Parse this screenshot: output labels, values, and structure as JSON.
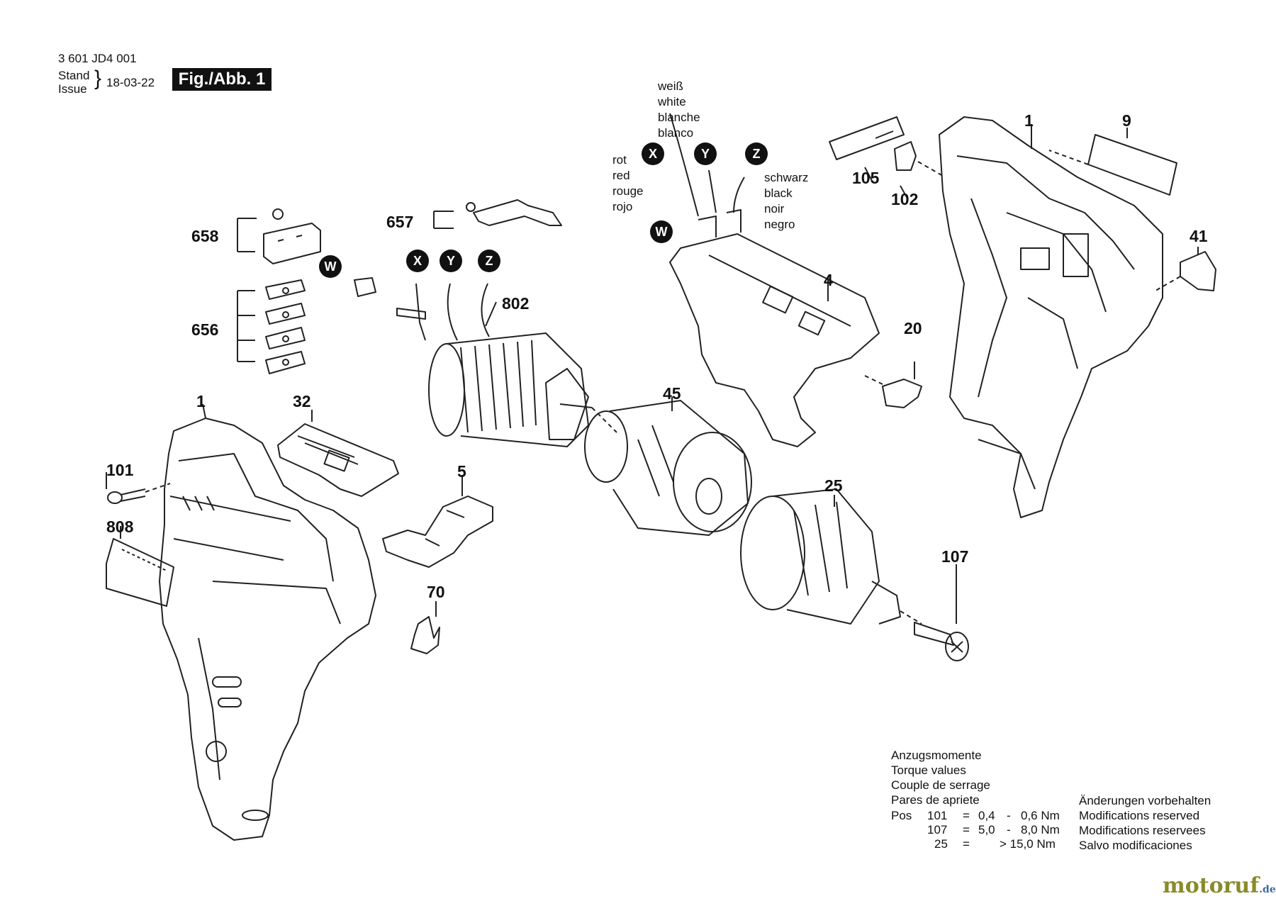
{
  "header": {
    "part_number": "3 601 JD4 001",
    "stand_label": "Stand",
    "issue_label": "Issue",
    "date": "18-03-22",
    "figure_label": "Fig./Abb. 1"
  },
  "wire_colors": {
    "white": [
      "weiß",
      "white",
      "blanche",
      "blanco"
    ],
    "red": [
      "rot",
      "red",
      "rouge",
      "rojo"
    ],
    "black": [
      "schwarz",
      "black",
      "noir",
      "negro"
    ]
  },
  "connectors": {
    "w": "W",
    "x": "X",
    "y": "Y",
    "z": "Z"
  },
  "parts": {
    "p1": "1",
    "p9": "9",
    "p105": "105",
    "p102": "102",
    "p41": "41",
    "p4": "4",
    "p20": "20",
    "p657": "657",
    "p658": "658",
    "p656": "656",
    "p802": "802",
    "p32": "32",
    "p101": "101",
    "p808": "808",
    "p5": "5",
    "p45": "45",
    "p25": "25",
    "p107": "107",
    "p70": "70"
  },
  "torque": {
    "titles": [
      "Anzugsmomente",
      "Torque values",
      "Couple de serrage",
      "Pares de apriete"
    ],
    "pos_label": "Pos",
    "rows": [
      {
        "pos": "101",
        "eq": "=",
        "from": "0,4",
        "dash": "-",
        "to": "0,6 Nm"
      },
      {
        "pos": "107",
        "eq": "=",
        "from": "5,0",
        "dash": "-",
        "to": "8,0 Nm"
      },
      {
        "pos": "25",
        "eq": "=",
        "from": "",
        "dash": "",
        "to": "> 15,0 Nm"
      }
    ]
  },
  "notice": [
    "Änderungen vorbehalten",
    "Modifications reserved",
    "Modifications reservees",
    "Salvo modificaciones"
  ],
  "watermark": {
    "name": "motoruf",
    "tld": ".de"
  }
}
